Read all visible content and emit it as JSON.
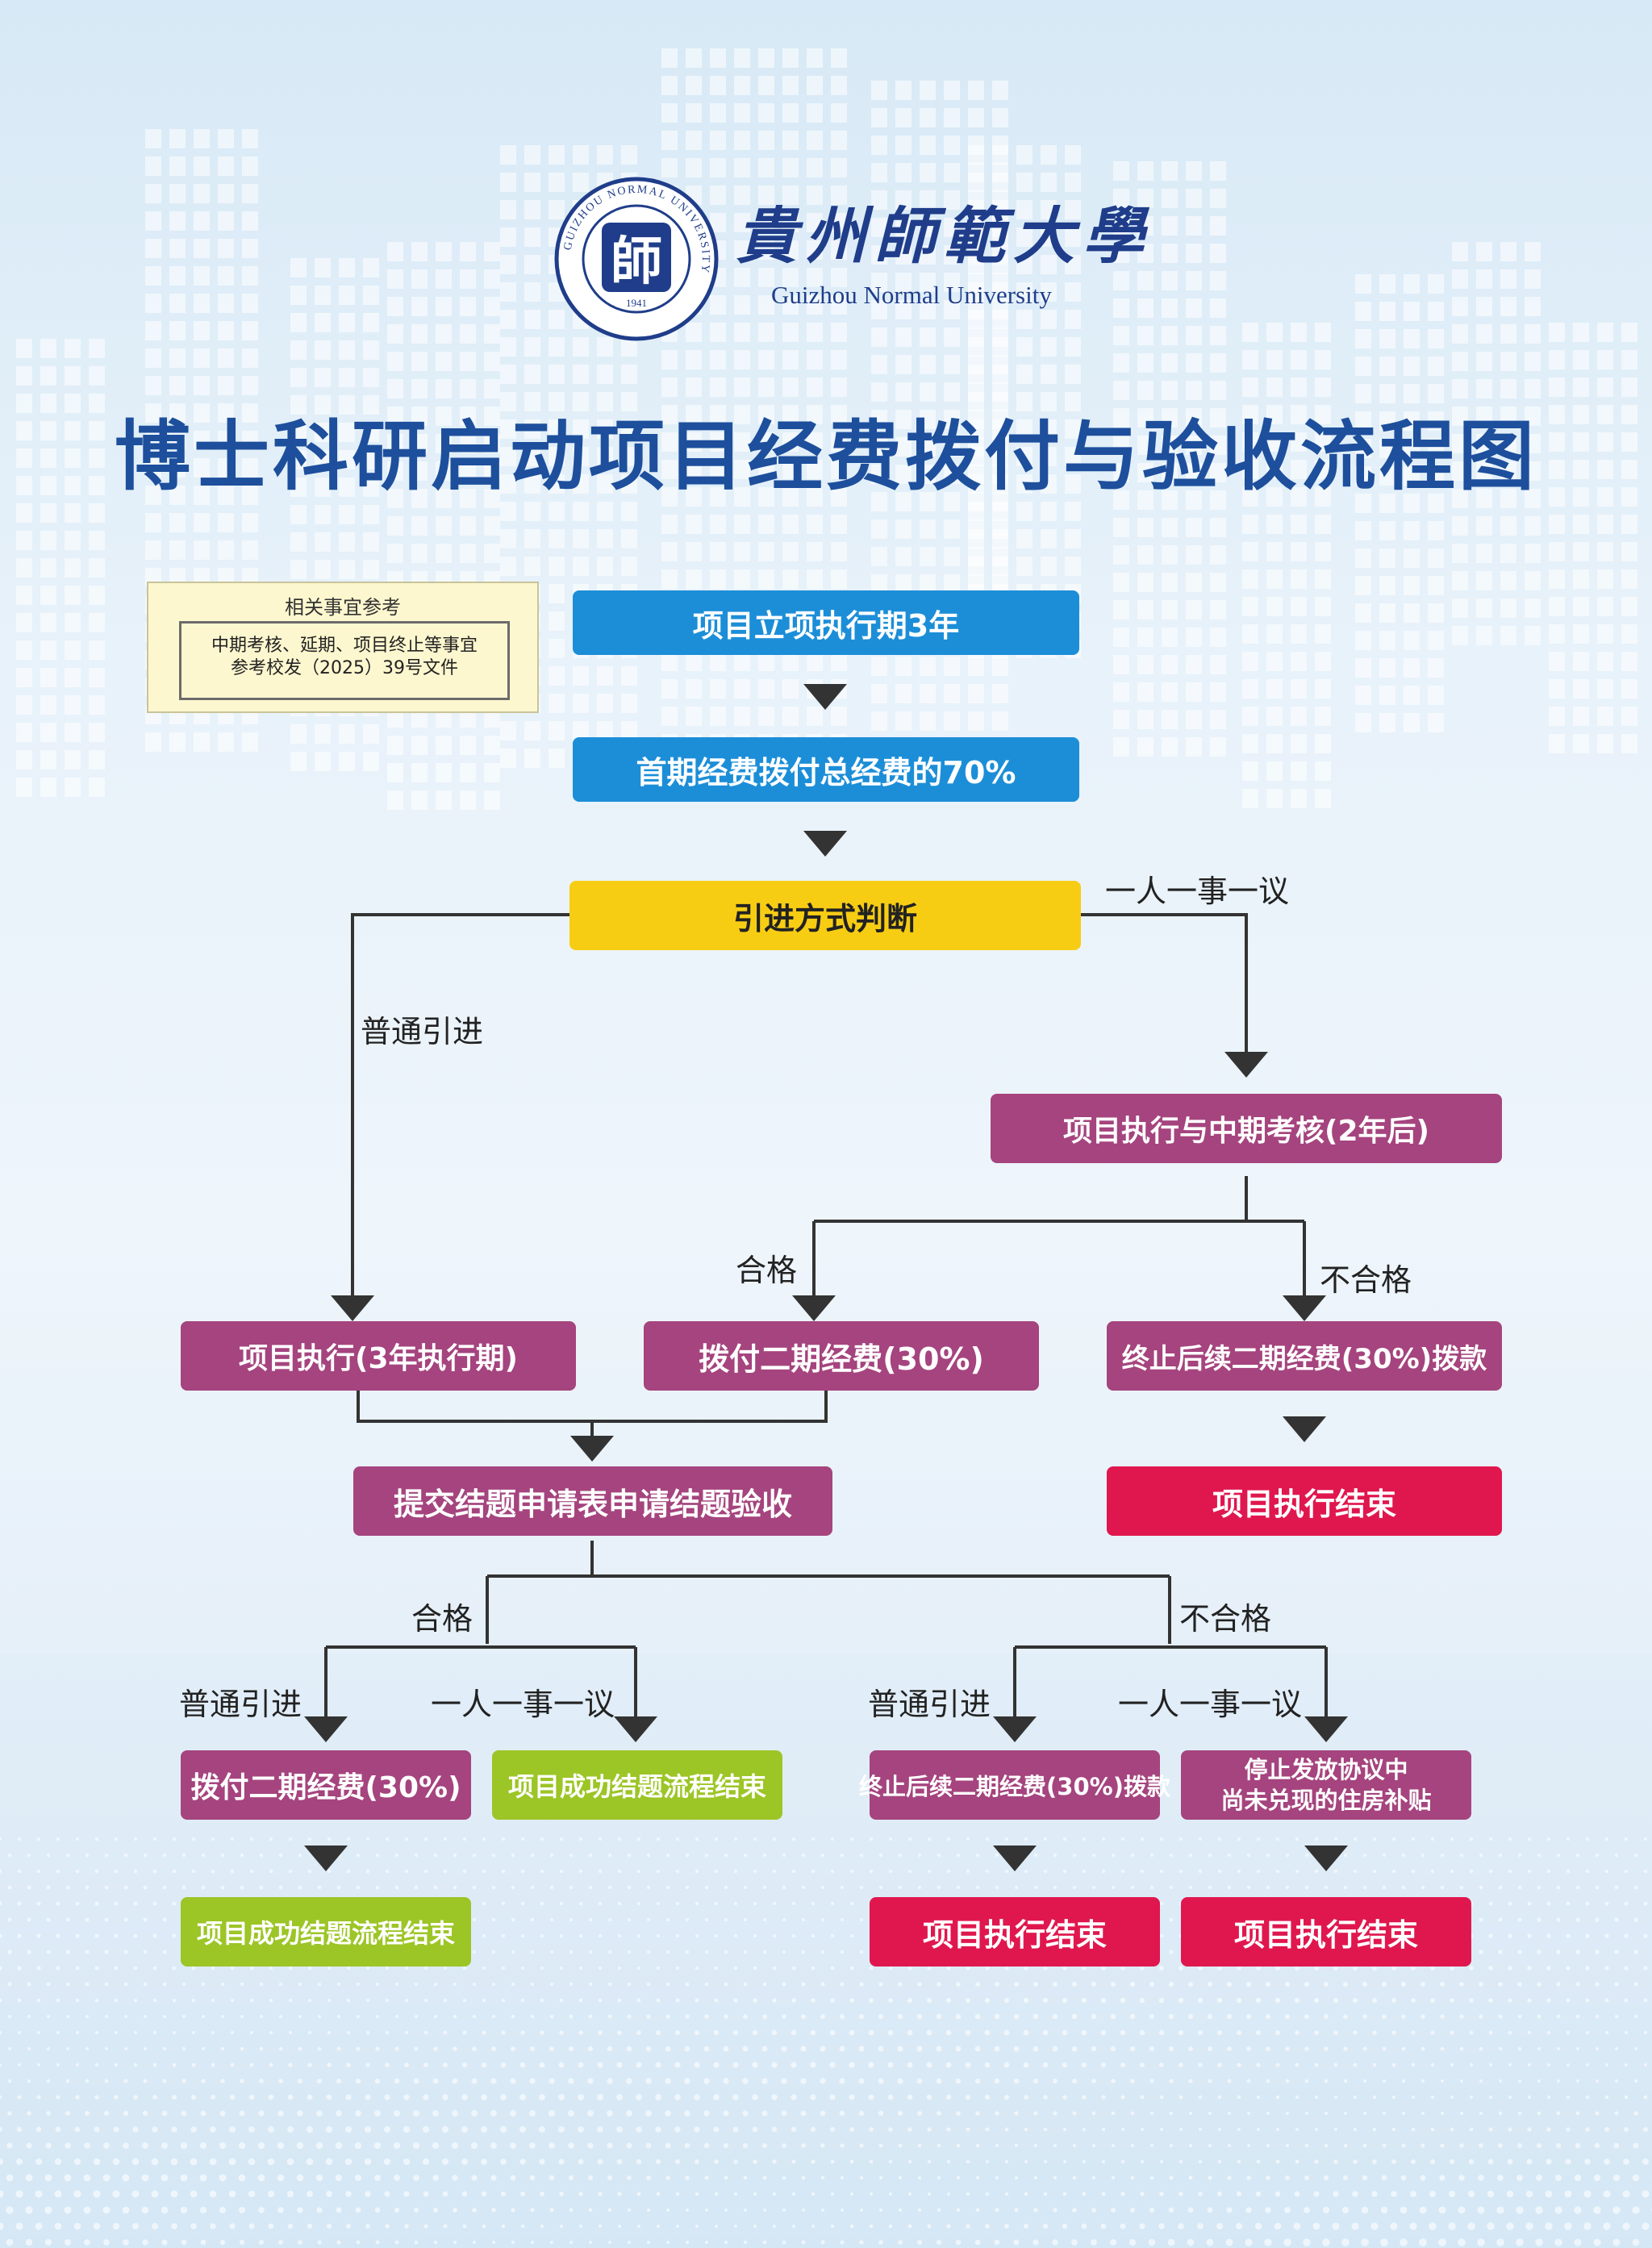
{
  "header": {
    "brand_cn": "貴州師範大學",
    "brand_en": "Guizhou Normal University",
    "seal_char": "師",
    "seal_ring_text": "GUIZHOU NORMAL UNIVERSITY",
    "seal_year": "1941",
    "title": "博士科研启动项目经费拨付与验收流程图"
  },
  "note": {
    "title": "相关事宜参考",
    "line1": "中期考核、延期、项目终止等事宜",
    "line2": "参考校发（2025）39号文件"
  },
  "nodes": {
    "start": "项目立项执行期3年",
    "first_fund": "首期经费拨付总经费的70%",
    "decision": "引进方式判断",
    "midterm": "项目执行与中期考核(2年后)",
    "exec3": "项目执行(3年执行期)",
    "pay2": "拨付二期经费(30%)",
    "stop2": "终止后续二期经费(30%)拨款",
    "end1": "项目执行结束",
    "submit": "提交结题申请表申请结题验收",
    "pay2b": "拨付二期经费(30%)",
    "success1": "项目成功结题流程结束",
    "stop2b": "终止后续二期经费(30%)拨款",
    "stop_allowance_1": "停止发放协议中",
    "stop_allowance_2": "尚未兑现的住房补贴",
    "success2": "项目成功结题流程结束",
    "end2": "项目执行结束",
    "end3": "项目执行结束"
  },
  "labels": {
    "case_by_case_1": "一人一事一议",
    "normal_vertical": "普通引进",
    "pass_1": "合格",
    "fail_1": "不合格",
    "pass_2": "合格",
    "fail_2": "不合格",
    "normal_1": "普通引进",
    "case_by_case_2": "一人一事一议",
    "normal_2": "普通引进",
    "case_by_case_3": "一人一事一议"
  },
  "colors": {
    "blue": "#1c8ed8",
    "yellow": "#f7cd14",
    "purple": "#a5447e",
    "red": "#e0174e",
    "green": "#9cc526",
    "title": "#1d4f9c",
    "line": "#333333"
  }
}
